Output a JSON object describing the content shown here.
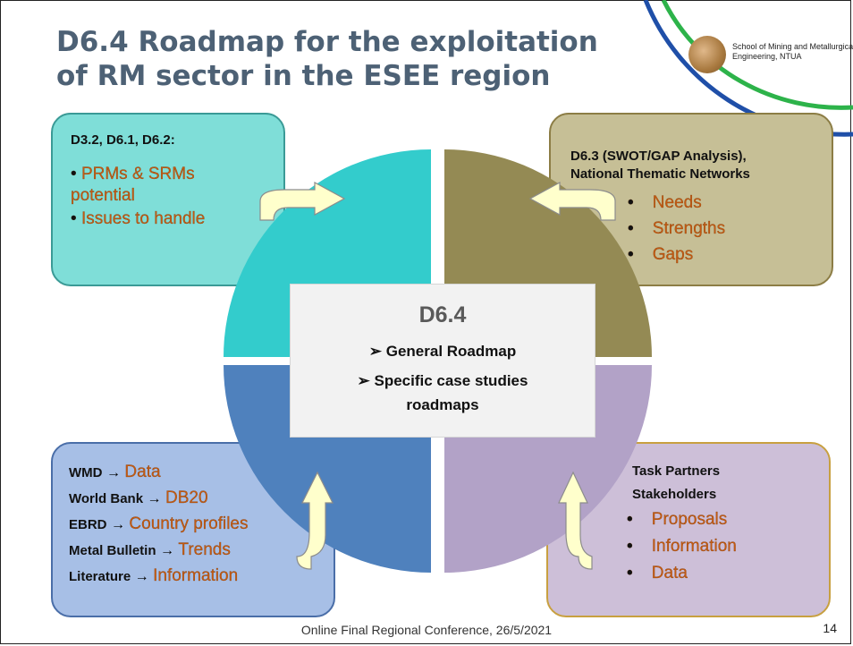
{
  "slide": {
    "title": "D6.4 Roadmap for the exploitation of RM sector in the ESEE region",
    "logo_text": "School of Mining and Metallurgical Engineering, NTUA",
    "top_left": {
      "heading": "D3.2, D6.1, D6.2:",
      "items": [
        "PRMs & SRMs potential",
        "Issues to handle"
      ]
    },
    "top_right": {
      "heading": "D6.3 (SWOT/GAP Analysis),",
      "subheading": "National Thematic Networks",
      "items": [
        "Needs",
        "Strengths",
        "Gaps"
      ]
    },
    "center": {
      "title": "D6.4",
      "items": [
        "General Roadmap",
        "Specific case studies",
        "roadmaps"
      ]
    },
    "bottom_left": {
      "rows": [
        {
          "source": "WMD",
          "target": "Data"
        },
        {
          "source": "World Bank",
          "target": "DB20"
        },
        {
          "source": "EBRD",
          "target": "Country profiles"
        },
        {
          "source": "Metal Bulletin",
          "target": "Trends"
        },
        {
          "source": "Literature",
          "target": "Information"
        }
      ],
      "arrow": "→"
    },
    "bottom_right": {
      "heading1": "Task Partners",
      "heading2": "Stakeholders",
      "items": [
        "Proposals",
        "Information",
        "Data"
      ]
    },
    "footer": "Online Final Regional Conference, 26/5/2021",
    "page_number": "14"
  },
  "colors": {
    "title": "#4d6175",
    "quadrant_tl": "#33cccc",
    "quadrant_tr": "#948a54",
    "quadrant_bl": "#4f81bd",
    "quadrant_br": "#b2a2c7",
    "accent_text": "#c55a11",
    "arrow_fill": "#ffffcc"
  }
}
